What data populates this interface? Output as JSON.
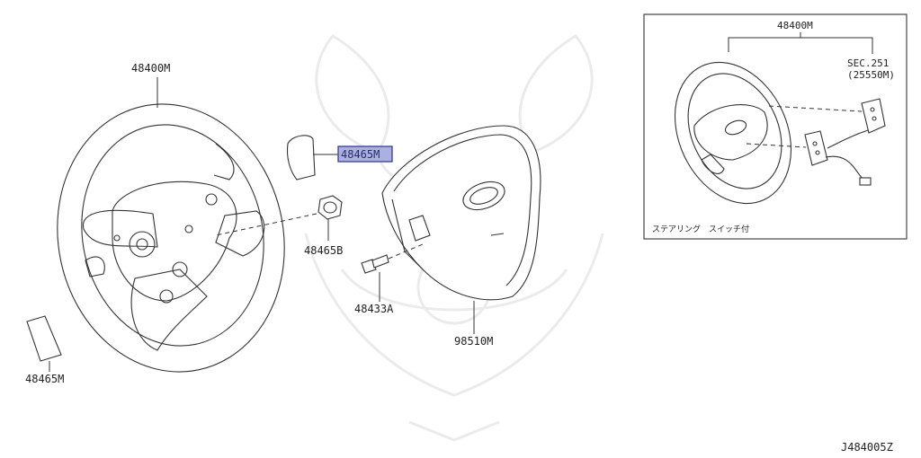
{
  "labels": {
    "steering_wheel_main": "48400M",
    "switch_cover_right": "48465M",
    "nut": "48465B",
    "bolt": "48433A",
    "airbag_module": "98510M",
    "switch_cover_left": "48465M",
    "inset_steering_wheel": "48400M",
    "inset_sec_line1": "SEC.251",
    "inset_sec_line2": "(25550M)",
    "inset_caption": "ステアリング　スイッチ付",
    "figure_code": "J484005Z"
  },
  "colors": {
    "highlight_fill": "#aab0e0",
    "highlight_stroke": "#3a3f8f",
    "line": "#333333",
    "watermark": "#ebebeb"
  }
}
